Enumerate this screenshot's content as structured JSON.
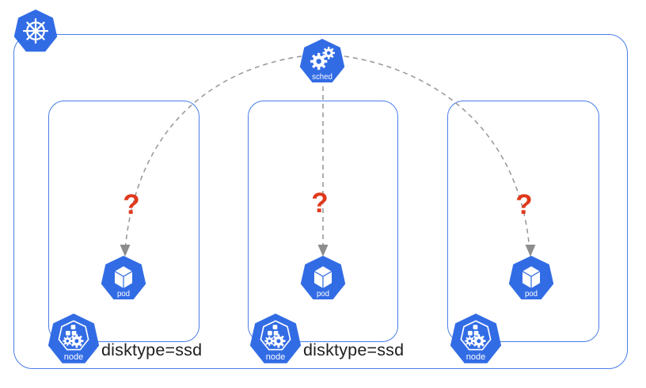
{
  "scheduler": {
    "label": "sched",
    "icon": "gears-icon"
  },
  "cluster": {
    "logo_icon": "kubernetes-helm-wheel-icon"
  },
  "question_mark": "?",
  "node_groups": [
    {
      "pod_label": "pod",
      "node_label": "node",
      "annotation": "disktype=ssd"
    },
    {
      "pod_label": "pod",
      "node_label": "node",
      "annotation": "disktype=ssd"
    },
    {
      "pod_label": "pod",
      "node_label": "node"
    }
  ],
  "colors": {
    "k8s_blue": "#326CE5",
    "border_blue": "#4a7de9",
    "question_red": "#e0391c",
    "arrow_gray": "#9b9b9b",
    "arrowhead_gray": "#8d8d8d",
    "text_black": "#1f1f1f"
  }
}
